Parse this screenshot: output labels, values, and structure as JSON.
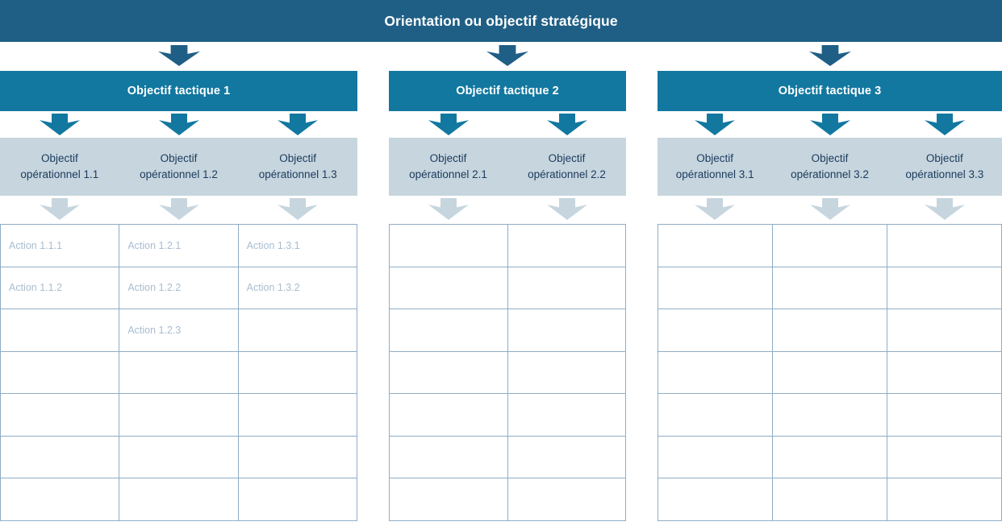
{
  "colors": {
    "strategic_bg": "#1f5f85",
    "tactical_bg": "#1278a0",
    "operational_bg": "#c6d5de",
    "operational_text": "#1b3a5c",
    "action_text": "#a8bdd0",
    "grid_border": "#8fadc4",
    "arrow_dark": "#1f5f85",
    "arrow_mid": "#1278a0",
    "arrow_light": "#c6d5de",
    "page_bg": "#ffffff"
  },
  "strategic": {
    "title": "Orientation ou objectif stratégique"
  },
  "groups": [
    {
      "tactical_label": "Objectif tactique 1",
      "operationals": [
        {
          "line1": "Objectif",
          "line2": "opérationnel 1.1"
        },
        {
          "line1": "Objectif",
          "line2": "opérationnel 1.2"
        },
        {
          "line1": "Objectif",
          "line2": "opérationnel 1.3"
        }
      ],
      "action_rows": [
        [
          "Action 1.1.1",
          "Action 1.2.1",
          "Action 1.3.1"
        ],
        [
          "Action 1.1.2",
          "Action 1.2.2",
          "Action 1.3.2"
        ],
        [
          "",
          "Action 1.2.3",
          ""
        ],
        [
          "",
          "",
          ""
        ],
        [
          "",
          "",
          ""
        ],
        [
          "",
          "",
          ""
        ],
        [
          "",
          "",
          ""
        ]
      ]
    },
    {
      "tactical_label": "Objectif tactique 2",
      "operationals": [
        {
          "line1": "Objectif",
          "line2": "opérationnel 2.1"
        },
        {
          "line1": "Objectif",
          "line2": "opérationnel 2.2"
        }
      ],
      "action_rows": [
        [
          "",
          ""
        ],
        [
          "",
          ""
        ],
        [
          "",
          ""
        ],
        [
          "",
          ""
        ],
        [
          "",
          ""
        ],
        [
          "",
          ""
        ],
        [
          "",
          ""
        ]
      ]
    },
    {
      "tactical_label": "Objectif tactique 3",
      "operationals": [
        {
          "line1": "Objectif",
          "line2": "opérationnel 3.1"
        },
        {
          "line1": "Objectif",
          "line2": "opérationnel 3.2"
        },
        {
          "line1": "Objectif",
          "line2": "opérationnel 3.3"
        }
      ],
      "action_rows": [
        [
          "",
          "",
          ""
        ],
        [
          "",
          "",
          ""
        ],
        [
          "",
          "",
          ""
        ],
        [
          "",
          "",
          ""
        ],
        [
          "",
          "",
          ""
        ],
        [
          "",
          "",
          ""
        ],
        [
          "",
          "",
          ""
        ]
      ]
    }
  ],
  "icons": {
    "down_arrow": "down-arrow-icon"
  }
}
